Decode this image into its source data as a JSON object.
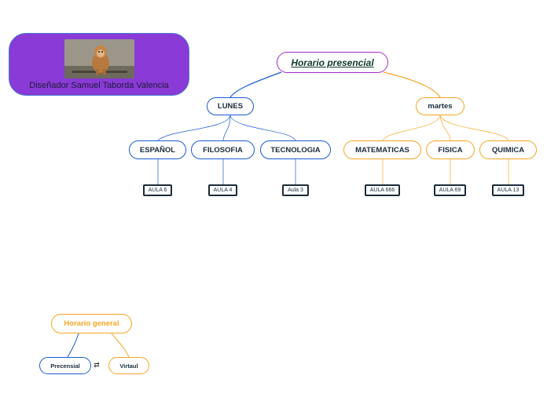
{
  "designer": {
    "caption": "Diseñador Samuel Taborda Valencia",
    "image_icon": "monkey-photo"
  },
  "root": {
    "label": "Horario presencial"
  },
  "days": [
    {
      "label": "LUNES",
      "color": "#1a5bd6",
      "subjects": [
        {
          "label": "ESPAÑOL",
          "room": "AULA 6"
        },
        {
          "label": "FILOSOFIA",
          "room": "AULA 4"
        },
        {
          "label": "TECNOLOGIA",
          "room": "Aula 3"
        }
      ]
    },
    {
      "label": "martes",
      "color": "#f5a623",
      "subjects": [
        {
          "label": "MATEMATICAS",
          "room": "AULA 666"
        },
        {
          "label": "FISICA",
          "room": "AULA 69"
        },
        {
          "label": "QUIMICA",
          "room": "AULA 13"
        }
      ]
    }
  ],
  "legend": {
    "title": "Horario general",
    "left": "Precensial",
    "right": "Virtaul",
    "relation_icon": "relationship-arrow-icon"
  },
  "colors": {
    "root_border": "#a32bcf",
    "monday": "#1a5bd6",
    "tuesday": "#f5a623",
    "designer_bg": "#8a3ad6"
  }
}
